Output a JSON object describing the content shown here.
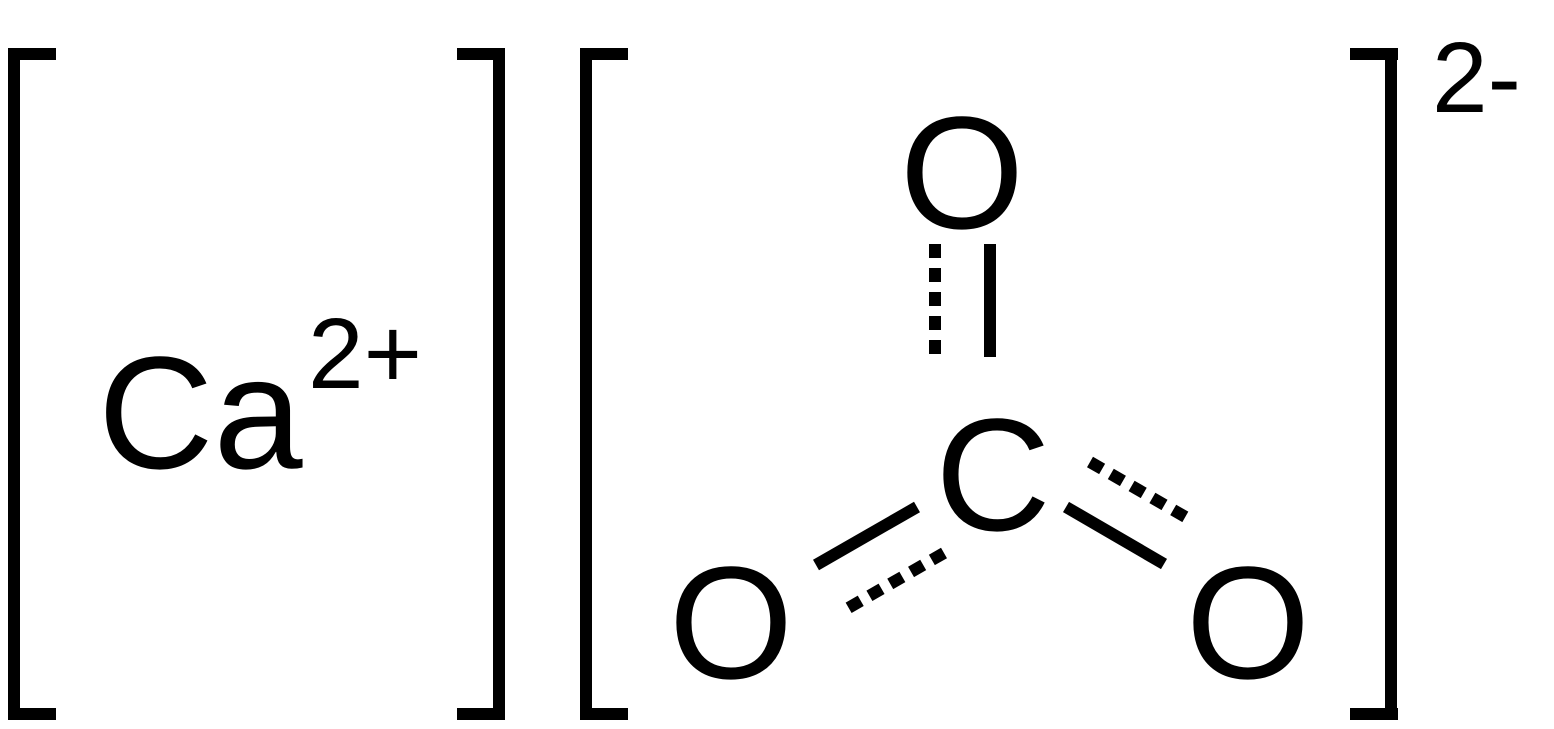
{
  "cation": {
    "symbol": "Ca",
    "charge": "2+"
  },
  "anion": {
    "central_atom": "C",
    "oxygen_top": "O",
    "oxygen_left": "O",
    "oxygen_right": "O",
    "charge": "2-"
  },
  "colors": {
    "ink": "#000000",
    "background": "#ffffff"
  }
}
